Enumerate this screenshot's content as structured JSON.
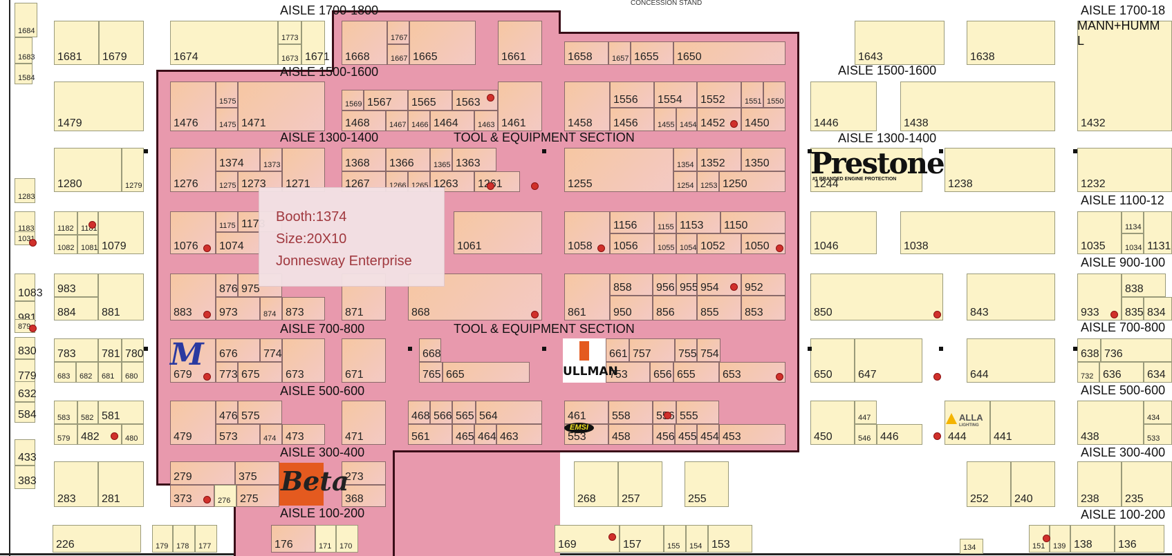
{
  "colors": {
    "zone": "#e899ad",
    "zone_border": "#3a0d18",
    "booth": "#fcf3c8",
    "booth_pink": "#f6c7a2",
    "dot": "#d0302b",
    "popup_text": "#a0383e"
  },
  "header": {
    "concession": "CONCESSION STAND"
  },
  "popup": {
    "booth": "Booth:1374",
    "size": "Size:20X10",
    "company": "Jonnesway Enterprise"
  },
  "logos": {
    "prestone": "Prestone",
    "prestone_sub": "#1 BRANDED ENGINE PROTECTION",
    "ullman": "ULLMAN",
    "beta": "Beta",
    "emsi": "EMSI",
    "alla": "ALLA",
    "alla_sub": "LIGHTING"
  },
  "aisles": [
    {
      "text": "AISLE 1700-1800"
    },
    {
      "text": "AISLE 1500-1600"
    },
    {
      "text": "AISLE 1300-1400"
    },
    {
      "text": "TOOL & EQUIPMENT SECTION"
    },
    {
      "text": "AISLE 700-800"
    },
    {
      "text": "TOOL & EQUIPMENT SECTION"
    },
    {
      "text": "AISLE 500-600"
    },
    {
      "text": "AISLE 300-400"
    },
    {
      "text": "AISLE 100-200"
    },
    {
      "text": "AISLE 1500-1600"
    },
    {
      "text": "AISLE 1300-1400"
    },
    {
      "text": "AISLE 1700-18"
    },
    {
      "text": "MANN+HUMM"
    },
    {
      "text": "L"
    },
    {
      "text": "AISLE 1100-12"
    },
    {
      "text": "AISLE 900-100"
    },
    {
      "text": "AISLE 700-800"
    },
    {
      "text": "AISLE 500-600"
    },
    {
      "text": "AISLE 300-400"
    },
    {
      "text": "AISLE 100-200"
    }
  ],
  "booths": [
    {
      "label": "1684"
    },
    {
      "label": "1683"
    },
    {
      "label": "1584"
    },
    {
      "label": "1681"
    },
    {
      "label": "1679"
    },
    {
      "label": "1674"
    },
    {
      "label": "1773"
    },
    {
      "label": "1673"
    },
    {
      "label": "1671"
    },
    {
      "label": "1668"
    },
    {
      "label": "1767"
    },
    {
      "label": "1667"
    },
    {
      "label": "1665"
    },
    {
      "label": "1661"
    },
    {
      "label": "1658"
    },
    {
      "label": "1657"
    },
    {
      "label": "1655"
    },
    {
      "label": "1650"
    },
    {
      "label": "1643"
    },
    {
      "label": "1638"
    },
    {
      "label": "1432"
    },
    {
      "label": "1479"
    },
    {
      "label": "1476"
    },
    {
      "label": "1575"
    },
    {
      "label": "1475"
    },
    {
      "label": "1471"
    },
    {
      "label": "1569"
    },
    {
      "label": "1567"
    },
    {
      "label": "1565"
    },
    {
      "label": "1563"
    },
    {
      "label": "1468"
    },
    {
      "label": "1467"
    },
    {
      "label": "1466"
    },
    {
      "label": "1464"
    },
    {
      "label": "1463"
    },
    {
      "label": "1461"
    },
    {
      "label": "1458"
    },
    {
      "label": "1556"
    },
    {
      "label": "1554"
    },
    {
      "label": "1552"
    },
    {
      "label": "1551"
    },
    {
      "label": "1550"
    },
    {
      "label": "1456"
    },
    {
      "label": "1455"
    },
    {
      "label": "1454"
    },
    {
      "label": "1452"
    },
    {
      "label": "1450"
    },
    {
      "label": "1446"
    },
    {
      "label": "1438"
    },
    {
      "label": "1280"
    },
    {
      "label": "1279"
    },
    {
      "label": "1283"
    },
    {
      "label": "1276"
    },
    {
      "label": "1374"
    },
    {
      "label": "1373"
    },
    {
      "label": "1275"
    },
    {
      "label": "1273"
    },
    {
      "label": "1271"
    },
    {
      "label": "1368"
    },
    {
      "label": "1366"
    },
    {
      "label": "1365"
    },
    {
      "label": "1363"
    },
    {
      "label": "1267"
    },
    {
      "label": "1266"
    },
    {
      "label": "1265"
    },
    {
      "label": "1263"
    },
    {
      "label": "1261"
    },
    {
      "label": "1255"
    },
    {
      "label": "1354"
    },
    {
      "label": "1352"
    },
    {
      "label": "1350"
    },
    {
      "label": "1254"
    },
    {
      "label": "1253"
    },
    {
      "label": "1250"
    },
    {
      "label": "1244"
    },
    {
      "label": "1238"
    },
    {
      "label": "1232"
    },
    {
      "label": "1183"
    },
    {
      "label": "1182"
    },
    {
      "label": "1181"
    },
    {
      "label": "1082"
    },
    {
      "label": "1081"
    },
    {
      "label": "1079"
    },
    {
      "label": "1076"
    },
    {
      "label": "1175"
    },
    {
      "label": "1173"
    },
    {
      "label": "1074"
    },
    {
      "label": "1061"
    },
    {
      "label": "1058"
    },
    {
      "label": "1156"
    },
    {
      "label": "1155"
    },
    {
      "label": "1153"
    },
    {
      "label": "1150"
    },
    {
      "label": "1056"
    },
    {
      "label": "1055"
    },
    {
      "label": "1054"
    },
    {
      "label": "1052"
    },
    {
      "label": "1050"
    },
    {
      "label": "1046"
    },
    {
      "label": "1038"
    },
    {
      "label": "1035"
    },
    {
      "label": "1134"
    },
    {
      "label": "1034"
    },
    {
      "label": "1131"
    },
    {
      "label": "1031"
    },
    {
      "label": "1083"
    },
    {
      "label": "983"
    },
    {
      "label": "981"
    },
    {
      "label": "884"
    },
    {
      "label": "881"
    },
    {
      "label": "879"
    },
    {
      "label": "883"
    },
    {
      "label": "876"
    },
    {
      "label": "975"
    },
    {
      "label": "973"
    },
    {
      "label": "874"
    },
    {
      "label": "873"
    },
    {
      "label": "871"
    },
    {
      "label": "868"
    },
    {
      "label": "861"
    },
    {
      "label": "858"
    },
    {
      "label": "956"
    },
    {
      "label": "955"
    },
    {
      "label": "954"
    },
    {
      "label": "952"
    },
    {
      "label": "950"
    },
    {
      "label": "856"
    },
    {
      "label": "855"
    },
    {
      "label": "853"
    },
    {
      "label": "850"
    },
    {
      "label": "843"
    },
    {
      "label": "838"
    },
    {
      "label": "933"
    },
    {
      "label": "835"
    },
    {
      "label": "834"
    },
    {
      "label": "830"
    },
    {
      "label": "783"
    },
    {
      "label": "781"
    },
    {
      "label": "780"
    },
    {
      "label": "779"
    },
    {
      "label": "683"
    },
    {
      "label": "682"
    },
    {
      "label": "681"
    },
    {
      "label": "680"
    },
    {
      "label": "679"
    },
    {
      "label": "676"
    },
    {
      "label": "774"
    },
    {
      "label": "773"
    },
    {
      "label": "675"
    },
    {
      "label": "673"
    },
    {
      "label": "671"
    },
    {
      "label": "668"
    },
    {
      "label": "765"
    },
    {
      "label": "665"
    },
    {
      "label": "661"
    },
    {
      "label": "757"
    },
    {
      "label": "755"
    },
    {
      "label": "754"
    },
    {
      "label": "753"
    },
    {
      "label": "656"
    },
    {
      "label": "655"
    },
    {
      "label": "653"
    },
    {
      "label": "650"
    },
    {
      "label": "647"
    },
    {
      "label": "644"
    },
    {
      "label": "638"
    },
    {
      "label": "736"
    },
    {
      "label": "732"
    },
    {
      "label": "636"
    },
    {
      "label": "634"
    },
    {
      "label": "632"
    },
    {
      "label": "584"
    },
    {
      "label": "583"
    },
    {
      "label": "582"
    },
    {
      "label": "581"
    },
    {
      "label": "579"
    },
    {
      "label": "482"
    },
    {
      "label": "480"
    },
    {
      "label": "479"
    },
    {
      "label": "476"
    },
    {
      "label": "575"
    },
    {
      "label": "573"
    },
    {
      "label": "474"
    },
    {
      "label": "473"
    },
    {
      "label": "471"
    },
    {
      "label": "468"
    },
    {
      "label": "566"
    },
    {
      "label": "565"
    },
    {
      "label": "564"
    },
    {
      "label": "561"
    },
    {
      "label": "465"
    },
    {
      "label": "464"
    },
    {
      "label": "463"
    },
    {
      "label": "461"
    },
    {
      "label": "558"
    },
    {
      "label": "556"
    },
    {
      "label": "555"
    },
    {
      "label": "553"
    },
    {
      "label": "458"
    },
    {
      "label": "456"
    },
    {
      "label": "455"
    },
    {
      "label": "454"
    },
    {
      "label": "453"
    },
    {
      "label": "450"
    },
    {
      "label": "447"
    },
    {
      "label": "546"
    },
    {
      "label": "446"
    },
    {
      "label": "444"
    },
    {
      "label": "441"
    },
    {
      "label": "438"
    },
    {
      "label": "434"
    },
    {
      "label": "533"
    },
    {
      "label": "433"
    },
    {
      "label": "383"
    },
    {
      "label": "283"
    },
    {
      "label": "281"
    },
    {
      "label": "279"
    },
    {
      "label": "375"
    },
    {
      "label": "373"
    },
    {
      "label": "276"
    },
    {
      "label": "275"
    },
    {
      "label": "273"
    },
    {
      "label": "368"
    },
    {
      "label": "268"
    },
    {
      "label": "257"
    },
    {
      "label": "255"
    },
    {
      "label": "252"
    },
    {
      "label": "240"
    },
    {
      "label": "238"
    },
    {
      "label": "235"
    },
    {
      "label": "226"
    },
    {
      "label": "179"
    },
    {
      "label": "178"
    },
    {
      "label": "177"
    },
    {
      "label": "176"
    },
    {
      "label": "171"
    },
    {
      "label": "170"
    },
    {
      "label": "169"
    },
    {
      "label": "157"
    },
    {
      "label": "155"
    },
    {
      "label": "154"
    },
    {
      "label": "153"
    },
    {
      "label": "151"
    },
    {
      "label": "139"
    },
    {
      "label": "138"
    },
    {
      "label": "136"
    },
    {
      "label": "134"
    },
    {
      "label": "M"
    }
  ]
}
